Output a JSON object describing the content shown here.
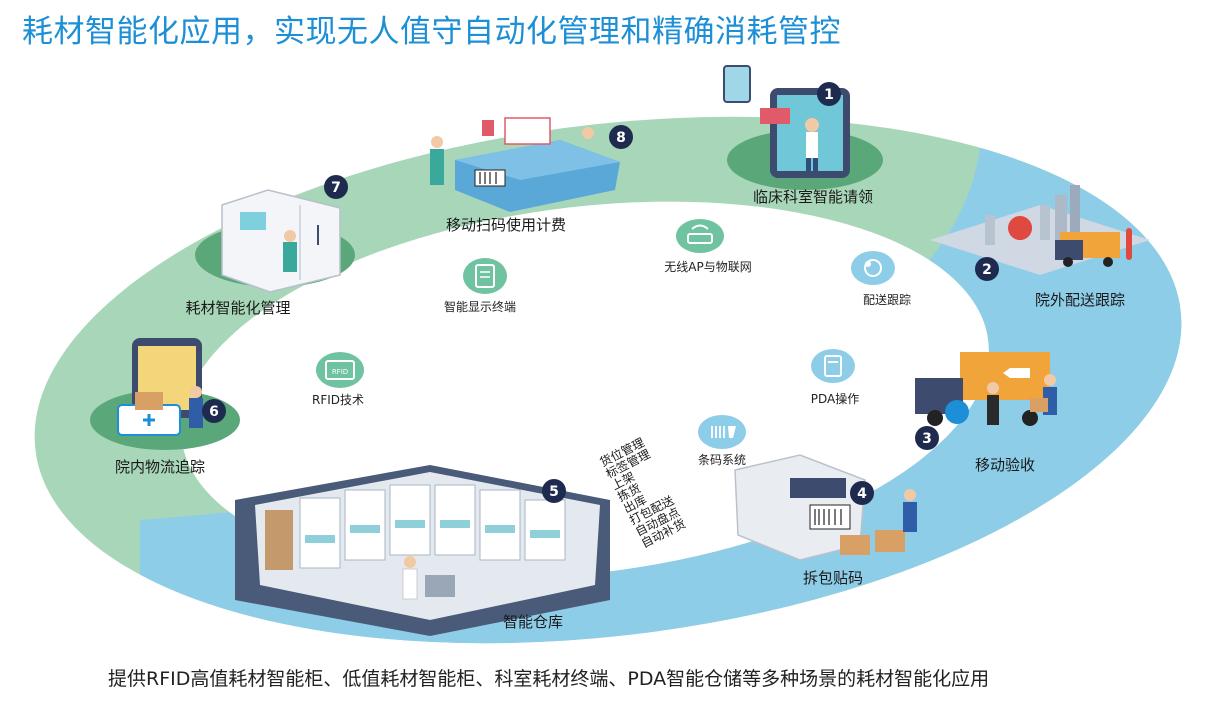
{
  "title": "耗材智能化应用，实现无人值守自动化管理和精确消耗管控",
  "footer": "提供RFID高值耗材智能柜、低值耗材智能柜、科室耗材终端、PDA智能仓储等多种场景的耗材智能化应用",
  "colors": {
    "title": "#1c8fd6",
    "ring_green": "#a8d6b8",
    "ring_blue": "#8ecde8",
    "badge": "#1f2a4f",
    "tech_icon": "#6fc3a0"
  },
  "stages": [
    {
      "num": "1",
      "label": "临床科室智能请领"
    },
    {
      "num": "2",
      "label": "院外配送跟踪"
    },
    {
      "num": "3",
      "label": "移动验收"
    },
    {
      "num": "4",
      "label": "拆包贴码"
    },
    {
      "num": "5",
      "label": "智能仓库"
    },
    {
      "num": "6",
      "label": "院内物流追踪"
    },
    {
      "num": "7",
      "label": "耗材智能化管理"
    },
    {
      "num": "8",
      "label": "移动扫码使用计费"
    }
  ],
  "tech": [
    {
      "label": "无线AP与物联网",
      "icon": "wifi-router-icon"
    },
    {
      "label": "配送跟踪",
      "icon": "tracking-icon"
    },
    {
      "label": "PDA操作",
      "icon": "calculator-icon"
    },
    {
      "label": "条码系统",
      "icon": "barcode-scanner-icon"
    },
    {
      "label": "RFID技术",
      "icon": "rfid-icon"
    },
    {
      "label": "智能显示终端",
      "icon": "display-terminal-icon"
    }
  ],
  "process_list": [
    "货位管理",
    "标签管理",
    "上架",
    "拣货",
    "出库",
    "打包配送",
    "自动盘点",
    "自动补货"
  ]
}
